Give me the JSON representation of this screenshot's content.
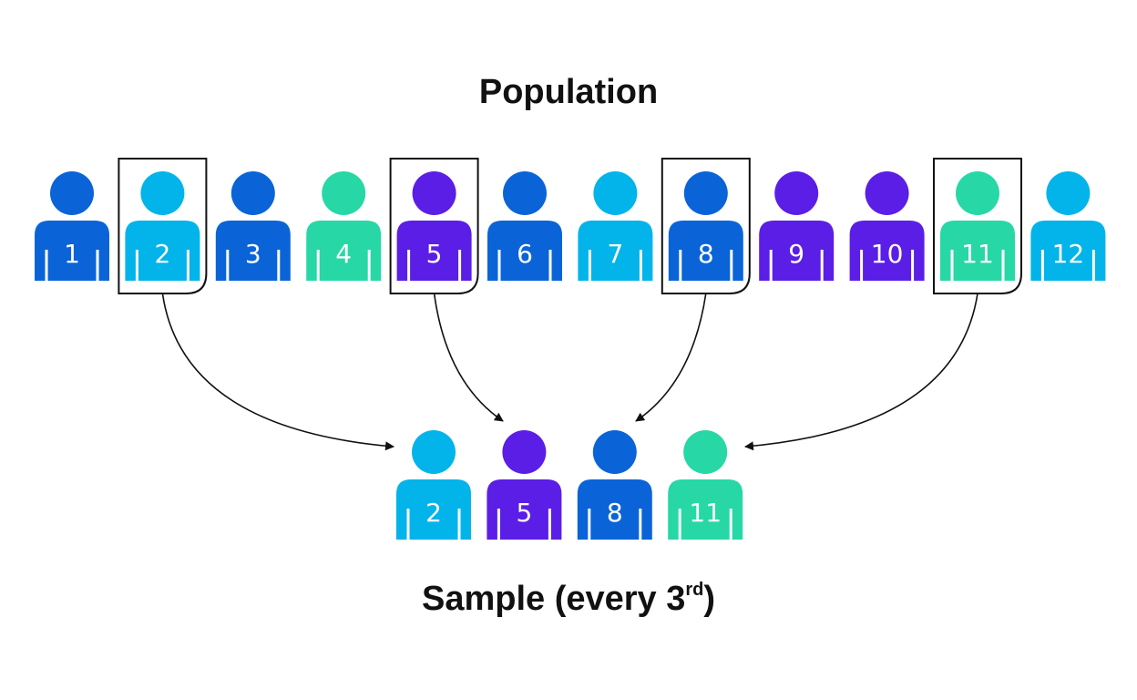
{
  "population": {
    "title": "Population",
    "people": [
      {
        "label": "1",
        "color": "#0a64d8",
        "selected": false
      },
      {
        "label": "2",
        "color": "#02b4ea",
        "selected": true
      },
      {
        "label": "3",
        "color": "#0a64d8",
        "selected": false
      },
      {
        "label": "4",
        "color": "#27d8a6",
        "selected": false
      },
      {
        "label": "5",
        "color": "#5b1ee6",
        "selected": true
      },
      {
        "label": "6",
        "color": "#0a64d8",
        "selected": false
      },
      {
        "label": "7",
        "color": "#02b4ea",
        "selected": false
      },
      {
        "label": "8",
        "color": "#0a64d8",
        "selected": true
      },
      {
        "label": "9",
        "color": "#5b1ee6",
        "selected": false
      },
      {
        "label": "10",
        "color": "#5b1ee6",
        "selected": false
      },
      {
        "label": "11",
        "color": "#27d8a6",
        "selected": true
      },
      {
        "label": "12",
        "color": "#02b4ea",
        "selected": false
      }
    ]
  },
  "sample": {
    "title_main": "Sample (every 3",
    "title_sup": "rd",
    "title_end": ")",
    "people": [
      {
        "label": "2",
        "color": "#02b4ea"
      },
      {
        "label": "5",
        "color": "#5b1ee6"
      },
      {
        "label": "8",
        "color": "#0a64d8"
      },
      {
        "label": "11",
        "color": "#27d8a6"
      }
    ]
  }
}
